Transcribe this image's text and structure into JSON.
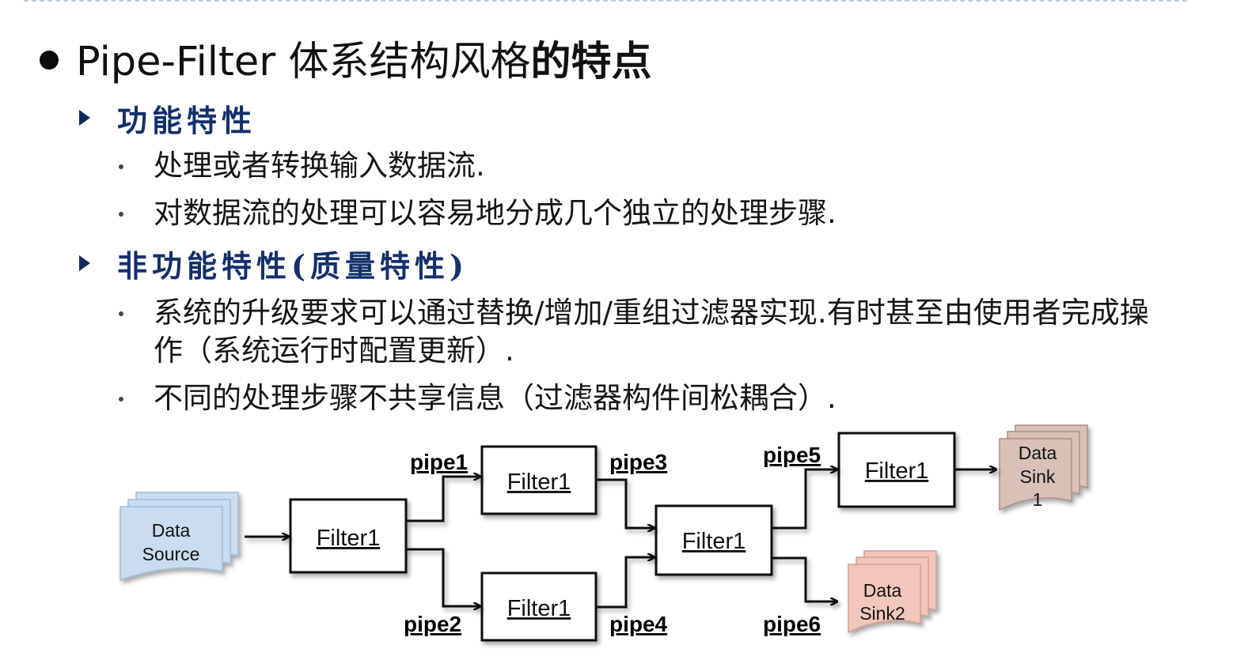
{
  "title": {
    "prefix": "Pipe-Filter 体系结构风格",
    "emphasis": "的特点"
  },
  "sections": [
    {
      "heading": "功能特性",
      "items": [
        "处理或者转换输入数据流.",
        "对数据流的处理可以容易地分成几个独立的处理步骤."
      ]
    },
    {
      "heading": "非功能特性(质量特性)",
      "items": [
        "系统的升级要求可以通过替换/增加/重组过滤器实现.有时甚至由使用者完成操作（系统运行时配置更新）.",
        "不同的处理步骤不共享信息（过滤器构件间松耦合）."
      ]
    }
  ],
  "diagram": {
    "source": {
      "line1": "Data",
      "line2": "Source",
      "color": "#c9dcf0"
    },
    "filters": [
      "Filter1",
      "Filter1",
      "Filter1",
      "Filter1",
      "Filter1"
    ],
    "pipes": [
      "pipe1",
      "pipe2",
      "pipe3",
      "pipe4",
      "pipe5",
      "pipe6"
    ],
    "sink1": {
      "line1": "Data",
      "line2": "Sink",
      "line3": "1",
      "color": "#d9c1b8"
    },
    "sink2": {
      "line1": "Data",
      "line2": "Sink2",
      "color": "#f2c7bb"
    }
  }
}
